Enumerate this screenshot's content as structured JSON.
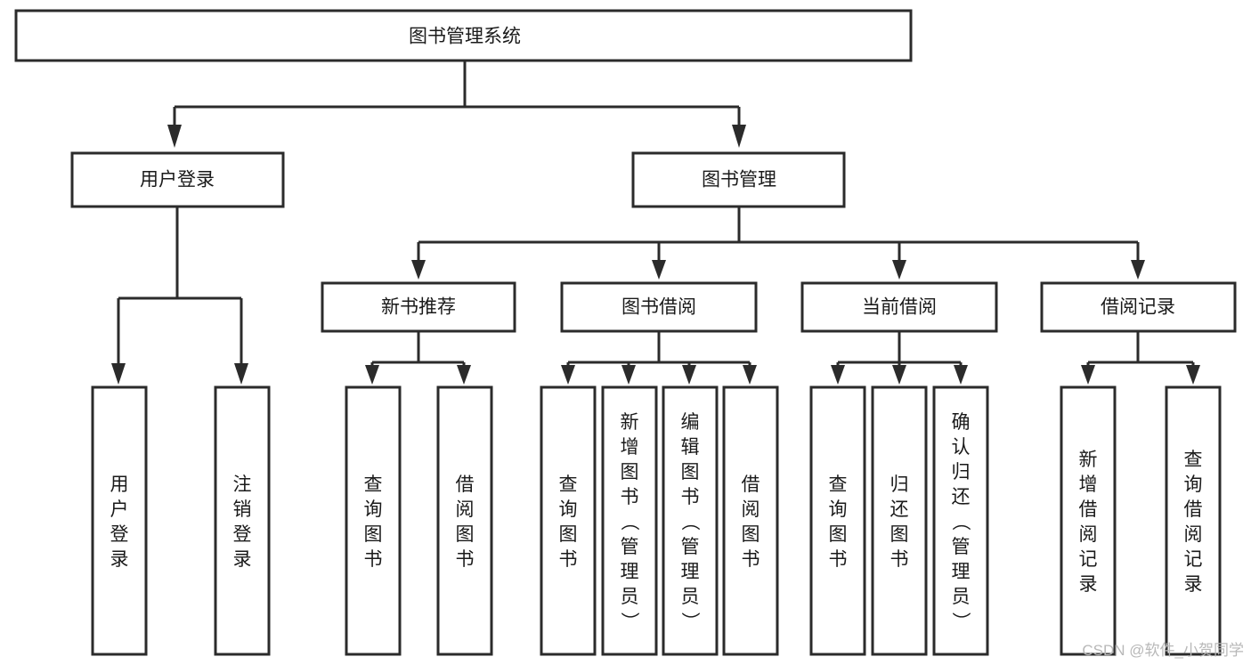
{
  "diagram": {
    "type": "hierarchy-tree",
    "title": "图书管理系统",
    "root": {
      "id": "root",
      "label": "图书管理系统"
    },
    "level2": [
      {
        "id": "user-login",
        "label": "用户登录"
      },
      {
        "id": "book-management",
        "label": "图书管理"
      }
    ],
    "level3": [
      {
        "id": "new-book-recommend",
        "label": "新书推荐",
        "parent": "book-management"
      },
      {
        "id": "book-borrow",
        "label": "图书借阅",
        "parent": "book-management"
      },
      {
        "id": "current-borrow",
        "label": "当前借阅",
        "parent": "book-management"
      },
      {
        "id": "borrow-record",
        "label": "借阅记录",
        "parent": "book-management"
      }
    ],
    "leaves": [
      {
        "id": "leaf-user-login",
        "label": "用户登录",
        "parent": "user-login"
      },
      {
        "id": "leaf-logout-login",
        "label": "注销登录",
        "parent": "user-login"
      },
      {
        "id": "leaf-query-book-1",
        "label": "查询图书",
        "parent": "new-book-recommend"
      },
      {
        "id": "leaf-borrow-book-1",
        "label": "借阅图书",
        "parent": "new-book-recommend"
      },
      {
        "id": "leaf-query-book-2",
        "label": "查询图书",
        "parent": "book-borrow"
      },
      {
        "id": "leaf-add-book",
        "label": "新增图书（管理员）",
        "parent": "book-borrow"
      },
      {
        "id": "leaf-edit-book",
        "label": "编辑图书（管理员）",
        "parent": "book-borrow"
      },
      {
        "id": "leaf-borrow-book-2",
        "label": "借阅图书",
        "parent": "book-borrow"
      },
      {
        "id": "leaf-query-book-3",
        "label": "查询图书",
        "parent": "current-borrow"
      },
      {
        "id": "leaf-return-book",
        "label": "归还图书",
        "parent": "current-borrow"
      },
      {
        "id": "leaf-confirm-return",
        "label": "确认归还（管理员）",
        "parent": "current-borrow"
      },
      {
        "id": "leaf-add-record",
        "label": "新增借阅记录",
        "parent": "borrow-record"
      },
      {
        "id": "leaf-query-record",
        "label": "查询借阅记录",
        "parent": "borrow-record"
      }
    ],
    "colors": {
      "stroke": "#2b2b2b",
      "fill": "#ffffff",
      "text": "#1a1a1a",
      "watermark": "#b8b8b8"
    }
  },
  "watermark": {
    "text": "CSDN @软件_小贺同学"
  }
}
